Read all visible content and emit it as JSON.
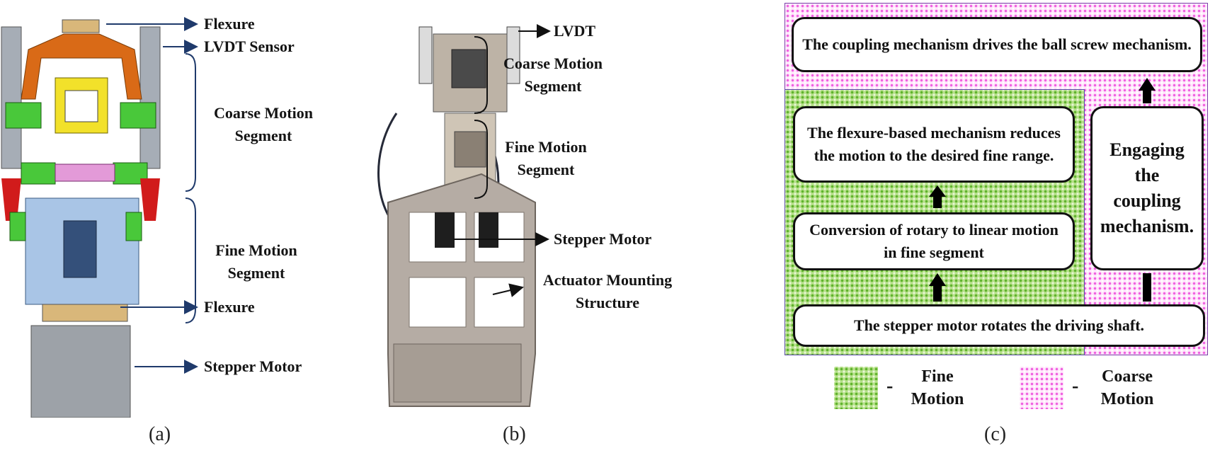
{
  "panel_a": {
    "labels": {
      "flexure_top": "Flexure",
      "lvdt_sensor": "LVDT Sensor",
      "coarse_motion": "Coarse Motion\nSegment",
      "fine_motion": "Fine Motion\nSegment",
      "flexure_bottom": "Flexure",
      "stepper_motor": "Stepper Motor"
    },
    "caption": "(a)"
  },
  "panel_b": {
    "labels": {
      "lvdt": "LVDT",
      "coarse_motion": "Coarse Motion\nSegment",
      "fine_motion": "Fine Motion\nSegment",
      "stepper_motor": "Stepper Motor",
      "mounting": "Actuator Mounting\nStructure"
    },
    "caption": "(b)"
  },
  "panel_c": {
    "boxes": {
      "coupling_drives": "The coupling mechanism drives the ball screw mechanism.",
      "flexure_reduces": "The flexure-based mechanism reduces the motion to the desired fine range.",
      "conversion": "Conversion of rotary to linear motion in fine segment",
      "stepper_rotates": "The stepper motor rotates the driving shaft.",
      "engaging": "Engaging the coupling mechanism."
    },
    "legend": {
      "fine_dash": "-",
      "fine_label": "Fine\nMotion",
      "coarse_dash": "-",
      "coarse_label": "Coarse\nMotion"
    },
    "caption": "(c)",
    "colors": {
      "fine": "#8fd05a",
      "coarse": "#f060e0"
    }
  }
}
